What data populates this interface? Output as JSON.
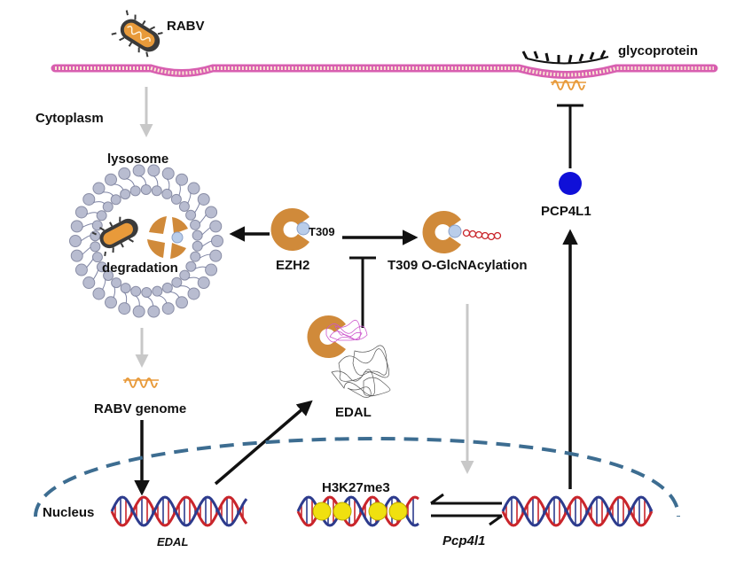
{
  "labels": {
    "rabv": "RABV",
    "glycoprotein": "glycoprotein",
    "cytoplasm": "Cytoplasm",
    "lysosome": "lysosome",
    "degradation": "degradation",
    "t309_site": "T309",
    "ezh2": "EZH2",
    "t309_oglcnac": "T309 O-GlcNAcylation",
    "pcp4l1_protein": "PCP4L1",
    "rabv_genome": "RABV genome",
    "edal_rna": "EDAL",
    "nucleus": "Nucleus",
    "h3k27me3": "H3K27me3",
    "edal_gene": "EDAL",
    "pcp4l1_gene": "Pcp4l1"
  },
  "colors": {
    "membrane": "#d85fb0",
    "membrane_fill": "#fbe7d3",
    "ezh2": "#d08a3a",
    "site": "#b9cdea",
    "lysosome_lipid": "#b8bcd0",
    "pcp4l1": "#1010d8",
    "nucleus": "#3d6d91",
    "histone": "#f0e010",
    "dna_red": "#c9252b",
    "dna_blue": "#2d3b8d",
    "grey_arrow": "#c8c8c8"
  }
}
